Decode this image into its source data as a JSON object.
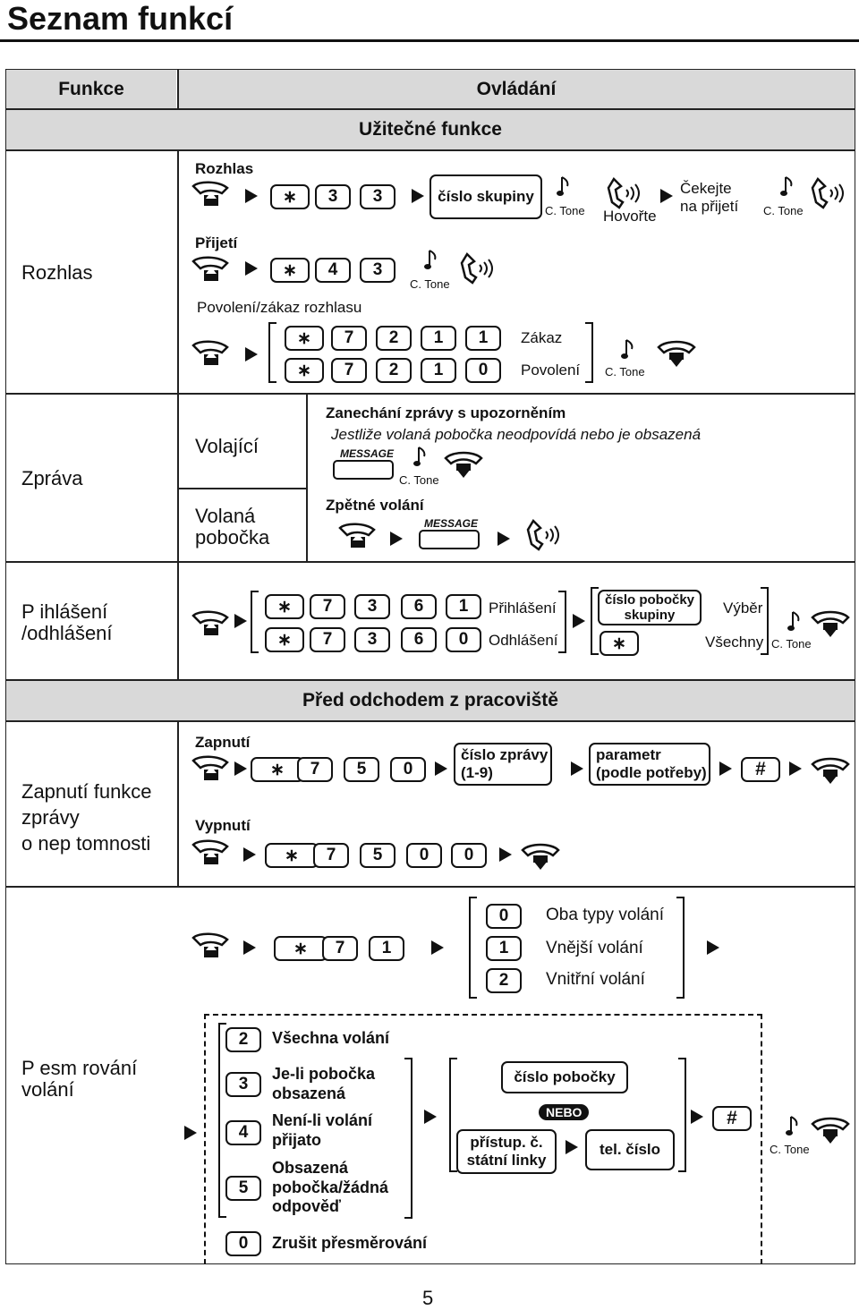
{
  "page": {
    "title": "Seznam funkcí",
    "page_number": "5"
  },
  "header": {
    "col_funkce": "Funkce",
    "col_ovladani": "Ovládání",
    "section_useful": "Užitečné funkce",
    "section_before_leaving": "Před odchodem z pracoviště"
  },
  "common": {
    "ctone": "C. Tone"
  },
  "rozhlas": {
    "name": "Rozhlas",
    "paging_label": "Rozhlas",
    "paging_keys": [
      "∗",
      "3",
      "3"
    ],
    "paging_box": "číslo skupiny",
    "hovorte": "Hovořte",
    "cekejte": "Čekejte\nna přijetí",
    "answer_label": "Přijetí",
    "answer_keys": [
      "∗",
      "4",
      "3"
    ],
    "allow_label": "Povolení/zákaz rozhlasu",
    "deny_keys": [
      "∗",
      "7",
      "2",
      "1",
      "1"
    ],
    "allow_keys": [
      "∗",
      "7",
      "2",
      "1",
      "0"
    ],
    "deny_text": "Zákaz",
    "allow_text": "Povolení"
  },
  "zprava": {
    "name": "Zpráva",
    "caller": "Volající",
    "called": "Volaná\npobočka",
    "leave_title": "Zanechání zprávy s upozorněním",
    "leave_desc": "Jestliže volaná pobočka neodpovídá nebo je obsazená",
    "message_key": "MESSAGE",
    "callback_title": "Zpětné volání"
  },
  "login": {
    "name": "P ihlášení\n/odhlášení",
    "login_keys": [
      "∗",
      "7",
      "3",
      "6",
      "1"
    ],
    "logout_keys": [
      "∗",
      "7",
      "3",
      "6",
      "0"
    ],
    "login_text": "Přihlášení",
    "logout_text": "Odhlášení",
    "group_box": "číslo pobočky\nskupiny",
    "star": "∗",
    "select_text": "Výběr",
    "all_text": "Všechny"
  },
  "absent": {
    "name": "Zapnutí funkce\nzprávy\no nep tomnosti",
    "on_label": "Zapnutí",
    "on_keys": [
      "∗",
      "7",
      "5",
      "0"
    ],
    "msg_box": "číslo zprávy\n(1-9)",
    "param_box": "parametr\n(podle potřeby)",
    "hash": "#",
    "off_label": "Vypnutí",
    "off_keys": [
      "∗",
      "7",
      "5",
      "0",
      "0"
    ]
  },
  "forward": {
    "name": "P esm rování\nvolání",
    "keys": [
      "∗",
      "7",
      "1"
    ],
    "types": [
      {
        "key": "0",
        "text": "Oba typy volání"
      },
      {
        "key": "1",
        "text": "Vnější volání"
      },
      {
        "key": "2",
        "text": "Vnitřní volání"
      }
    ],
    "modes": [
      {
        "key": "2",
        "text": "Všechna volání"
      },
      {
        "key": "3",
        "text": "Je-li pobočka\nobsazená"
      },
      {
        "key": "4",
        "text": "Není-li volání\npřijato"
      },
      {
        "key": "5",
        "text": "Obsazená\npobočka/žádná\nodpověď"
      }
    ],
    "cancel": {
      "key": "0",
      "text": "Zrušit přesměrování"
    },
    "ext_box": "číslo pobočky",
    "nebo": "NEBO",
    "line_box": "přístup. č.\nstátní linky",
    "tel_box": "tel. číslo",
    "hash": "#"
  }
}
